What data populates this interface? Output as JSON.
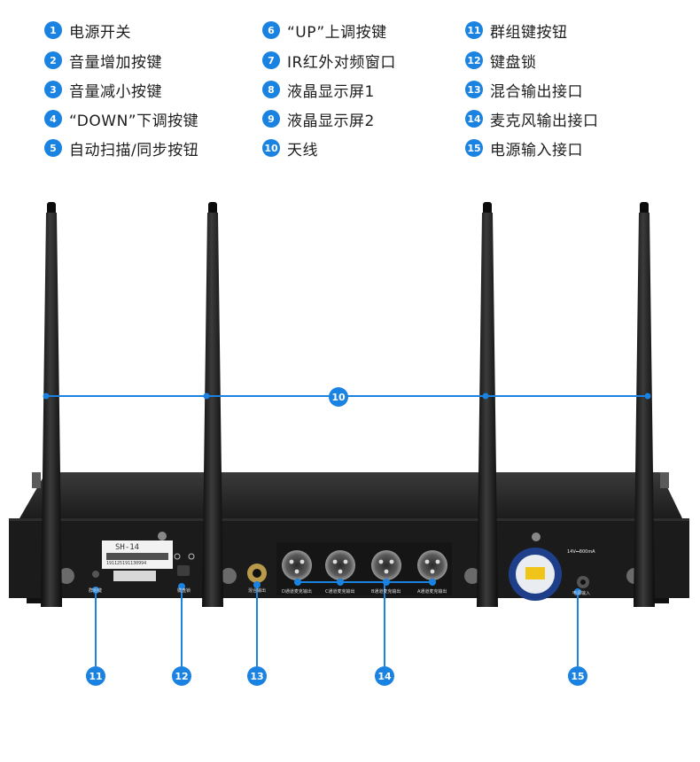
{
  "legend": [
    {
      "num": "1",
      "label": "电源开关"
    },
    {
      "num": "2",
      "label": "音量增加按键"
    },
    {
      "num": "3",
      "label": "音量减小按键"
    },
    {
      "num": "4",
      "label": "“DOWN”下调按键"
    },
    {
      "num": "5",
      "label": "自动扫描/同步按钮"
    },
    {
      "num": "6",
      "label": "“UP”上调按键"
    },
    {
      "num": "7",
      "label": "IR红外对频窗口"
    },
    {
      "num": "8",
      "label": "液晶显示屏1"
    },
    {
      "num": "9",
      "label": "液晶显示屏2"
    },
    {
      "num": "10",
      "label": "天线"
    },
    {
      "num": "11",
      "label": "群组键按钮"
    },
    {
      "num": "12",
      "label": "键盘锁"
    },
    {
      "num": "13",
      "label": "混合输出接口"
    },
    {
      "num": "14",
      "label": "麦克风输出接口"
    },
    {
      "num": "15",
      "label": "电源输入接口"
    }
  ],
  "callouts": {
    "antenna": "10",
    "group_button": "11",
    "keylock": "12",
    "mix_output": "13",
    "mic_output": "14",
    "power_input": "15"
  },
  "device": {
    "model_sticker": "SH-14",
    "barcode_number": "191125191130994",
    "panel_labels": {
      "group_key": "群组键",
      "keylock": "键盘锁",
      "mix_out": "混合输出",
      "ch_d": "D通道麦克输出",
      "ch_c": "C通道麦克输出",
      "ch_b": "B通道麦克输出",
      "ch_a": "A通道麦克输出",
      "power_spec": "14V⎓800mA",
      "power_in": "电源输入"
    }
  },
  "colors": {
    "accent": "#1a82e0",
    "device_body": "#1b1b1b",
    "device_top": "#2c2c2c"
  }
}
